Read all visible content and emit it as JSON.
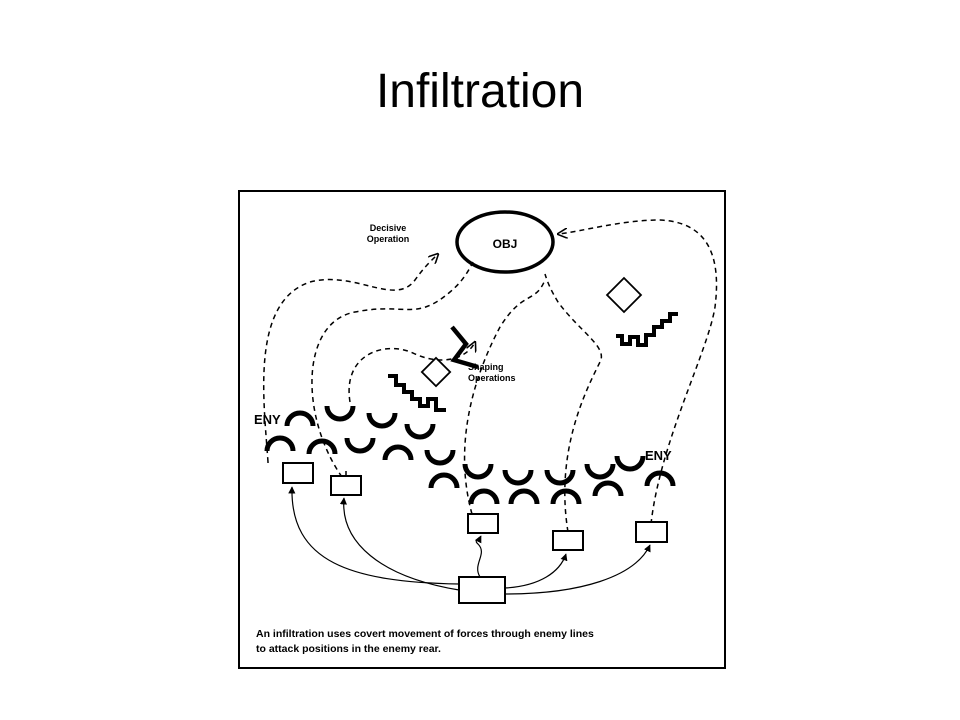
{
  "slide": {
    "title": "Infiltration"
  },
  "diagram": {
    "objective_label": "OBJ",
    "decisive_label_line1": "Decisive",
    "decisive_label_line2": "Operation",
    "shaping_label_line1": "Shaping",
    "shaping_label_line2": "Operations",
    "enemy_label_left": "ENY",
    "enemy_label_right": "ENY",
    "caption_line1": "An infiltration uses covert movement of forces through enemy lines",
    "caption_line2": "to attack positions in the enemy rear."
  },
  "colors": {
    "ink": "#000000",
    "background": "#ffffff"
  }
}
